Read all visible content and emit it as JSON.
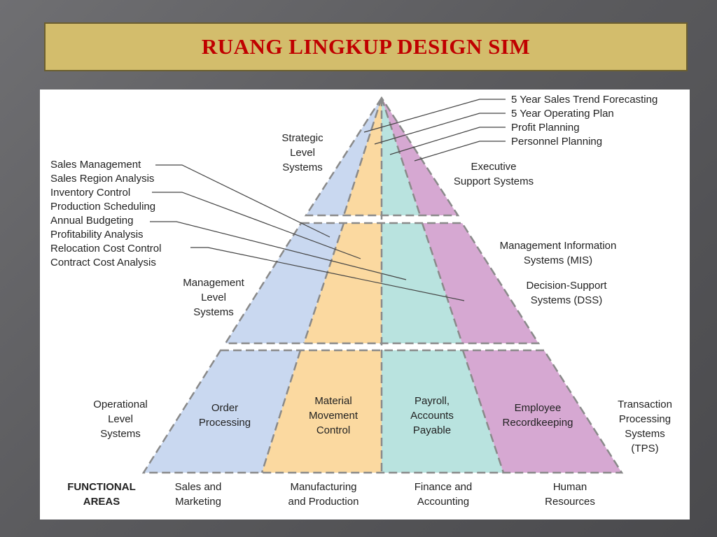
{
  "title": "RUANG LINGKUP DESIGN SIM",
  "colors": {
    "sales": "#c9d8f0",
    "manufacturing": "#fbd9a0",
    "finance": "#b9e3df",
    "hr": "#d6a8d2",
    "title_bg": "#d3bd6c",
    "title_text": "#c00000"
  },
  "executive_items": [
    "5 Year Sales Trend Forecasting",
    "5 Year Operating Plan",
    "Profit Planning",
    "Personnel Planning"
  ],
  "management_items": [
    "Sales Management",
    "Sales Region Analysis",
    "Inventory Control",
    "Production Scheduling",
    "Annual Budgeting",
    "Profitability Analysis",
    "Relocation Cost Control",
    "Contract Cost Analysis"
  ],
  "levels": {
    "strategic": [
      "Strategic",
      "Level",
      "Systems"
    ],
    "management": [
      "Management",
      "Level",
      "Systems"
    ],
    "operational": [
      "Operational",
      "Level",
      "Systems"
    ]
  },
  "systems": {
    "ess": [
      "Executive",
      "Support Systems"
    ],
    "mis": [
      "Management Information",
      "Systems (MIS)"
    ],
    "dss": [
      "Decision-Support",
      "Systems (DSS)"
    ],
    "tps": [
      "Transaction",
      "Processing",
      "Systems",
      "(TPS)"
    ]
  },
  "operational_cells": {
    "order": [
      "Order",
      "Processing"
    ],
    "material": [
      "Material",
      "Movement",
      "Control"
    ],
    "payroll": [
      "Payroll,",
      "Accounts",
      "Payable"
    ],
    "employee": [
      "Employee",
      "Recordkeeping"
    ]
  },
  "functional": {
    "heading": [
      "FUNCTIONAL",
      "AREAS"
    ],
    "sales": [
      "Sales and",
      "Marketing"
    ],
    "manufacturing": [
      "Manufacturing",
      "and Production"
    ],
    "finance": [
      "Finance and",
      "Accounting"
    ],
    "hr": [
      "Human",
      "Resources"
    ]
  }
}
